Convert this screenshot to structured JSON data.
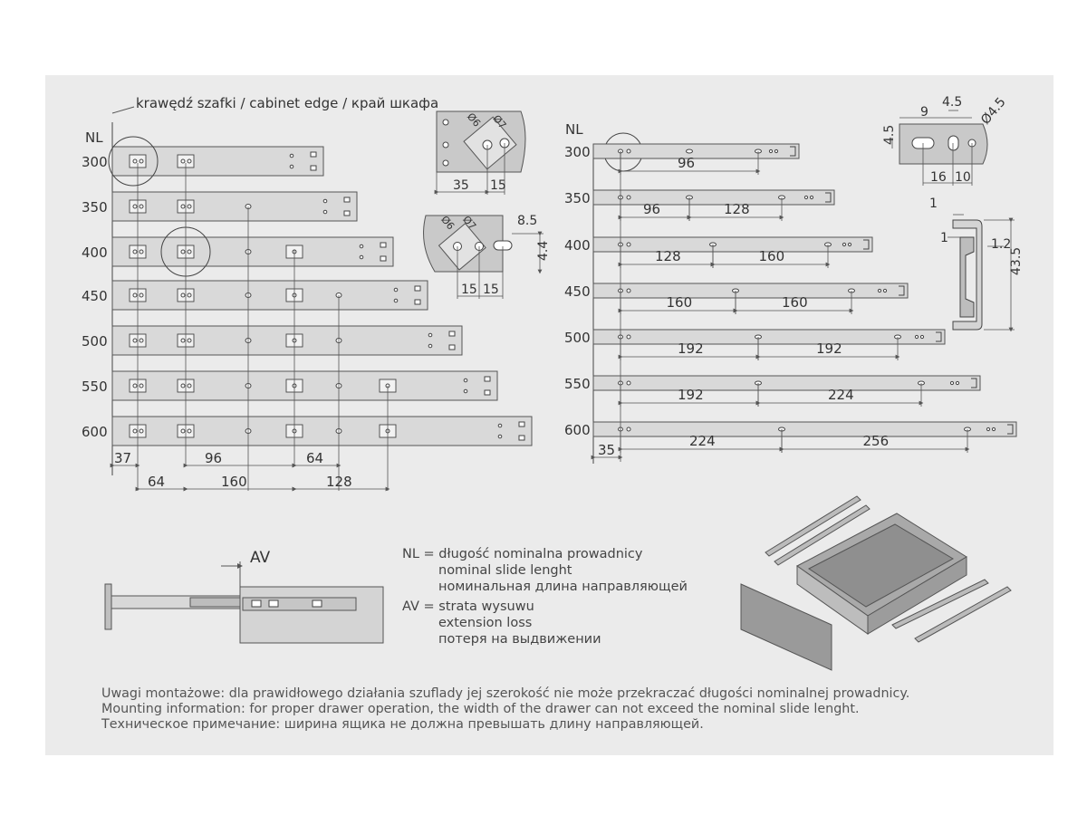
{
  "cabinet_edge_label": "krawędź szafki / cabinet edge / край шкафа",
  "nl_label": "NL",
  "av_label": "AV",
  "lengths": [
    "300",
    "350",
    "400",
    "450",
    "500",
    "550",
    "600"
  ],
  "left_dims": [
    "37",
    "64",
    "96",
    "160",
    "64",
    "128"
  ],
  "right_row_dims": {
    "350": [
      "96",
      "128"
    ],
    "400": [
      "128",
      "160"
    ],
    "450": [
      "160",
      "160"
    ],
    "500": [
      "192",
      "192"
    ],
    "550": [
      "192",
      "224"
    ],
    "600": [
      "35",
      "224",
      "256"
    ],
    "300": [
      "96"
    ]
  },
  "detail1": {
    "d1": "Ø6",
    "d2": "Ø7",
    "w1": "35",
    "w2": "15"
  },
  "detail2": {
    "d1": "Ø6",
    "d2": "Ø7",
    "w1": "15",
    "w2": "15",
    "h": "4.4",
    "t": "8.5"
  },
  "detail3": {
    "a": "9",
    "b": "4.5",
    "c": "Ø4.5",
    "h": "4.5",
    "w1": "16",
    "w2": "10"
  },
  "profile": {
    "a": "1",
    "b": "1",
    "c": "1.2",
    "h": "43.5"
  },
  "legend": {
    "nl_line1": "NL = długość nominalna prowadnicy",
    "nl_line2": "nominal slide lenght",
    "nl_line3": "номинальная длина направляющей",
    "av_line1": "AV = strata wysuwu",
    "av_line2": "extension loss",
    "av_line3": "потеря на выдвижении"
  },
  "notes": {
    "pl": "Uwagi montażowe: dla prawidłowego działania szuflady jej szerokość nie może przekraczać długości nominalnej prowadnicy.",
    "en": "Mounting information: for proper drawer operation, the width of the drawer can not exceed the nominal slide lenght.",
    "ru": "Техническое примечание: ширина ящика не должна превышать длину направляющей."
  }
}
